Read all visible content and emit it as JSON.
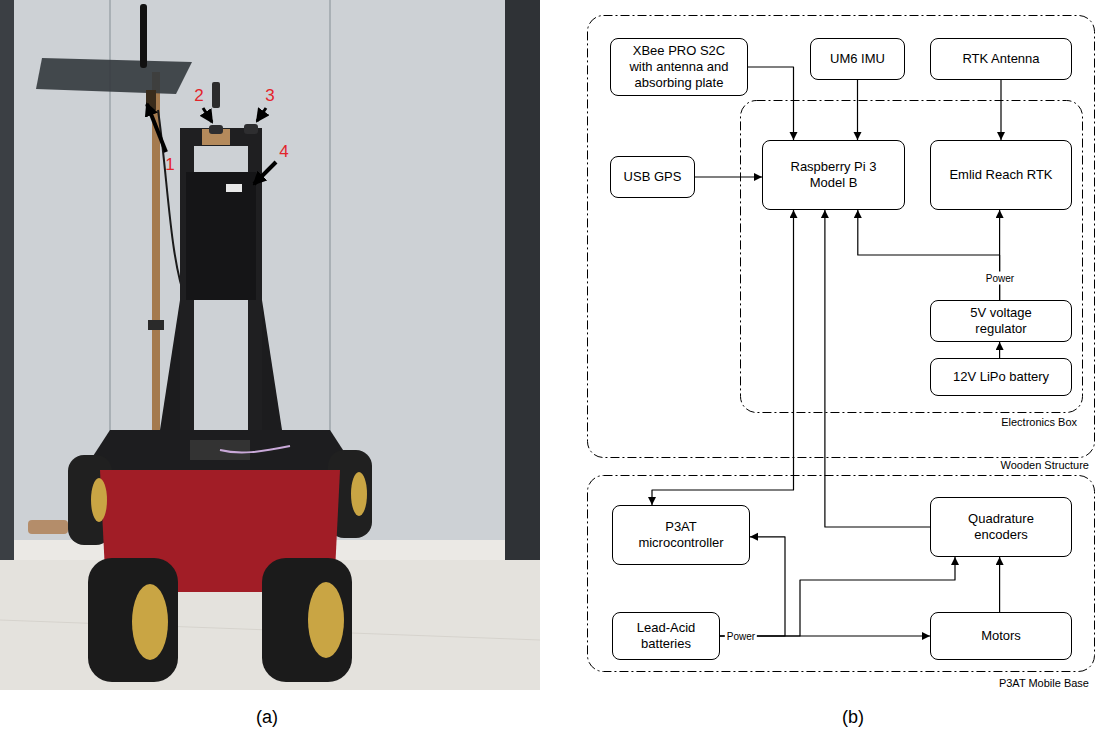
{
  "diagram": {
    "nodes": [
      {
        "text": [
          "Wooden Structure"
        ]
      },
      {
        "text": [
          "XBee PRO S2C with antenna and absorbing plate"
        ],
        "in": 0
      },
      {
        "text": [
          "UM6 IMU"
        ],
        "in": 0
      },
      {
        "text": [
          "RTK Antenna"
        ],
        "in": 0
      },
      {
        "text": [
          "USB GPS"
        ],
        "in": 0
      },
      {
        "text": [
          "Electronics Box"
        ],
        "in": 0
      },
      {
        "text": [
          "Raspberry Pi 3 Model B"
        ],
        "in": 5
      },
      {
        "text": [
          "Emlid Reach RTK"
        ],
        "in": 5
      },
      {
        "text": [
          "5V voltage regulator"
        ],
        "in": 5
      },
      {
        "text": [
          "12V LiPo battery"
        ],
        "in": 5
      },
      {
        "text": [
          "P3AT Mobile Base"
        ]
      },
      {
        "text": [
          "P3AT microcontroller"
        ],
        "in": 10
      },
      {
        "text": [
          "Quadrature encoders"
        ],
        "in": 10
      },
      {
        "text": [
          "Lead-Acid batteries"
        ],
        "in": 10
      },
      {
        "text": [
          "Motors"
        ],
        "in": 10
      }
    ],
    "edges": [
      {
        "from": 1,
        "to": 6,
        "arrow": "to"
      },
      {
        "from": 2,
        "to": 6,
        "arrow": "to"
      },
      {
        "from": 3,
        "to": 7,
        "arrow": "to"
      },
      {
        "from": 4,
        "to": 6,
        "arrow": "to"
      },
      {
        "from": 8,
        "to": 6,
        "arrow": "to"
      },
      {
        "from": 8,
        "to": 7,
        "arrow": "to"
      },
      {
        "from": 9,
        "to": 8,
        "arrow": "to"
      },
      {
        "from": 6,
        "to": 11,
        "arrow": "both"
      },
      {
        "from": 12,
        "to": 6,
        "arrow": "to"
      },
      {
        "from": 13,
        "to": 11,
        "arrow": "to"
      },
      {
        "from": 13,
        "to": 12,
        "arrow": "to"
      },
      {
        "from": 13,
        "to": 14,
        "arrow": "to"
      },
      {
        "from": 14,
        "to": 12,
        "arrow": "to"
      }
    ],
    "labels": [
      "1",
      "2",
      "3",
      "4",
      "Power",
      "Power",
      "(a)",
      "(b)"
    ]
  }
}
